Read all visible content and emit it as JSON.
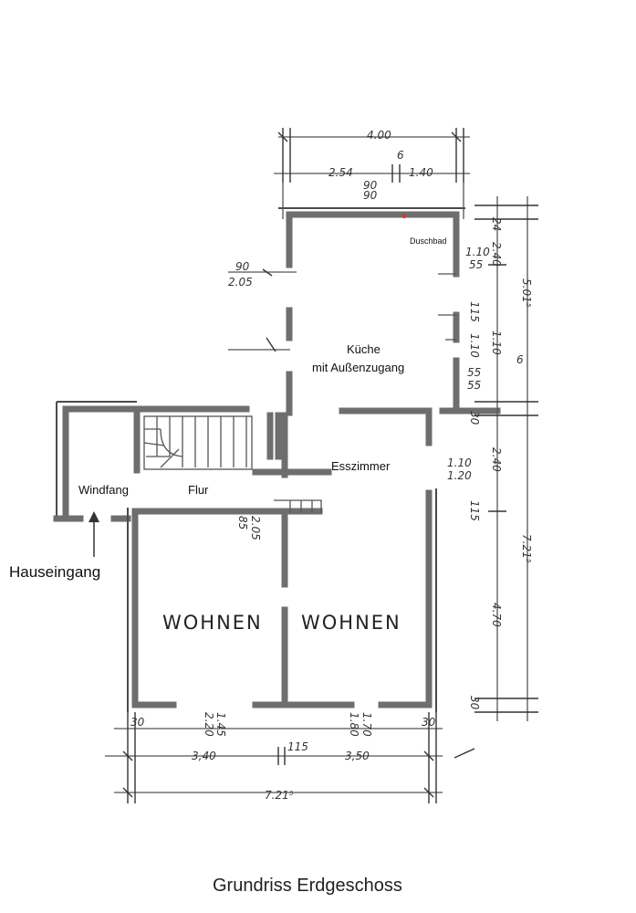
{
  "rooms": {
    "duschbad": "Duschbad",
    "kueche_line1": "Küche",
    "kueche_line2": "mit Außenzugang",
    "esszimmer": "Esszimmer",
    "windfang": "Windfang",
    "flur": "Flur",
    "wohnen_left": "WOHNEN",
    "wohnen_right": "WOHNEN"
  },
  "entrance": {
    "label": "Hauseingang"
  },
  "caption": "Grundriss Erdgeschoss",
  "dimensions": {
    "top_total": "4.00",
    "top_left": "2.54",
    "top_mid": "6",
    "top_right": "1.40",
    "top_small_a": "90",
    "top_small_b": "90",
    "right_24": "24",
    "right_110_a": "1.10",
    "right_55_a": "55",
    "right_240_a": "2.40",
    "right_501": "5.01⁵",
    "right_115": "115",
    "right_110_b": "1.10",
    "right_110_c": "1.10",
    "right_6": "6",
    "right_55_b": "55",
    "right_55_c": "55",
    "right_30": "30",
    "right_110_d": "1.10",
    "right_120": "1.20",
    "right_240_b": "2.40",
    "right_115_b": "115",
    "right_721": "7.21⁵",
    "right_470": "4.70",
    "right_30_b": "30",
    "left_90": "90",
    "left_205": "2.05",
    "door_85": "85",
    "door_205": "2.05",
    "bottom_30_left": "30",
    "bottom_220": "2.20",
    "bottom_145": "1.45",
    "bottom_340": "3,40",
    "bottom_115": "115",
    "bottom_180": "1.80",
    "bottom_170": "1.70",
    "bottom_350": "3,50",
    "bottom_30_right": "30",
    "bottom_total": "7.21⁵"
  }
}
